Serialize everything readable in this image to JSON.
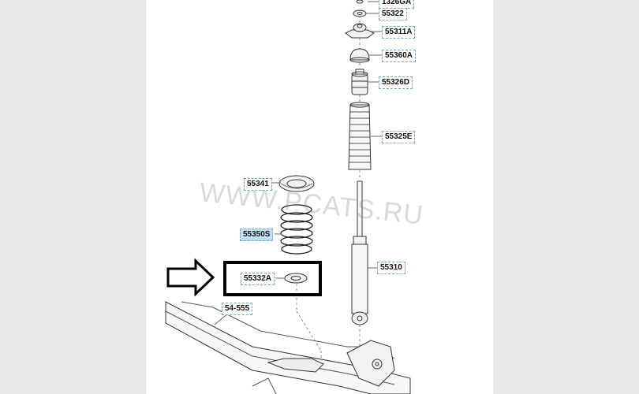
{
  "watermark": "WWW.PCATS.RU",
  "parts": [
    {
      "id": "p1326",
      "label": "1326GA"
    },
    {
      "id": "p55322",
      "label": "55322"
    },
    {
      "id": "p55311",
      "label": "55311A"
    },
    {
      "id": "p55360",
      "label": "55360A"
    },
    {
      "id": "p55326",
      "label": "55326D"
    },
    {
      "id": "p55325",
      "label": "55325E"
    },
    {
      "id": "p55341",
      "label": "55341"
    },
    {
      "id": "p55350",
      "label": "55350S",
      "highlighted": true
    },
    {
      "id": "p55310",
      "label": "55310"
    },
    {
      "id": "p55332",
      "label": "55332A"
    },
    {
      "id": "p54555",
      "label": "54-555"
    }
  ],
  "selection": {
    "part": "55332A",
    "indicator": "arrow-right-icon"
  }
}
